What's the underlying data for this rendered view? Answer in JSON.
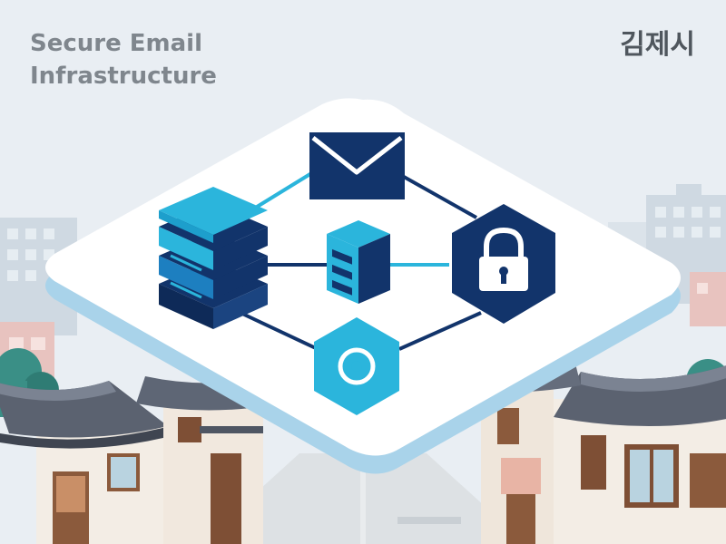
{
  "header": {
    "title_lines": [
      "Secure Email",
      "Infrastructure"
    ],
    "location": "김제시"
  },
  "diagram": {
    "nodes": [
      {
        "id": "email",
        "icon": "envelope-icon"
      },
      {
        "id": "server-stack",
        "icon": "server-stack-icon"
      },
      {
        "id": "storage",
        "icon": "storage-cabinet-icon"
      },
      {
        "id": "security",
        "icon": "padlock-icon"
      },
      {
        "id": "ring-node",
        "icon": "ring-icon"
      }
    ],
    "edges": [
      [
        "server-stack",
        "email"
      ],
      [
        "email",
        "security"
      ],
      [
        "server-stack",
        "storage"
      ],
      [
        "storage",
        "security"
      ],
      [
        "server-stack",
        "ring-node"
      ],
      [
        "ring-node",
        "security"
      ]
    ],
    "colors": {
      "navy": "#12346b",
      "cyan": "#2bb5dc",
      "platform": "#ffffff",
      "platform_edge": "#a9d3ea"
    }
  }
}
